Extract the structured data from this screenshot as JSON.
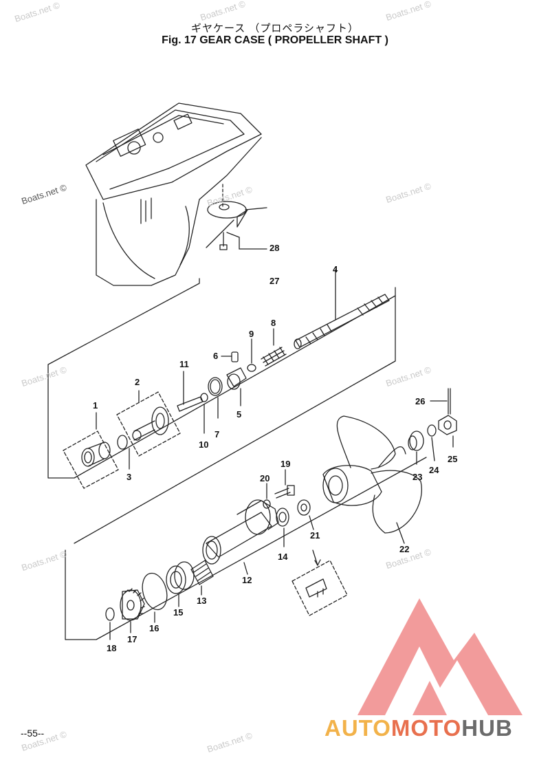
{
  "header": {
    "title_jp": "ギヤケース （プロペラシャフト）",
    "title_en": "Fig. 17   GEAR CASE ( PROPELLER SHAFT )"
  },
  "callouts": [
    "1",
    "2",
    "3",
    "4",
    "5",
    "6",
    "7",
    "8",
    "9",
    "10",
    "11",
    "12",
    "13",
    "14",
    "15",
    "16",
    "17",
    "18",
    "19",
    "20",
    "21",
    "22",
    "23",
    "24",
    "25",
    "26",
    "27",
    "28"
  ],
  "watermark": "Boats.net ©",
  "page_number": "--55--",
  "logo": {
    "part1": "AUTO",
    "part2": "MOTO",
    "part3": "HUB",
    "color1": "#f2b24a",
    "color2": "#e8704e",
    "color3": "#6b6b6b"
  }
}
